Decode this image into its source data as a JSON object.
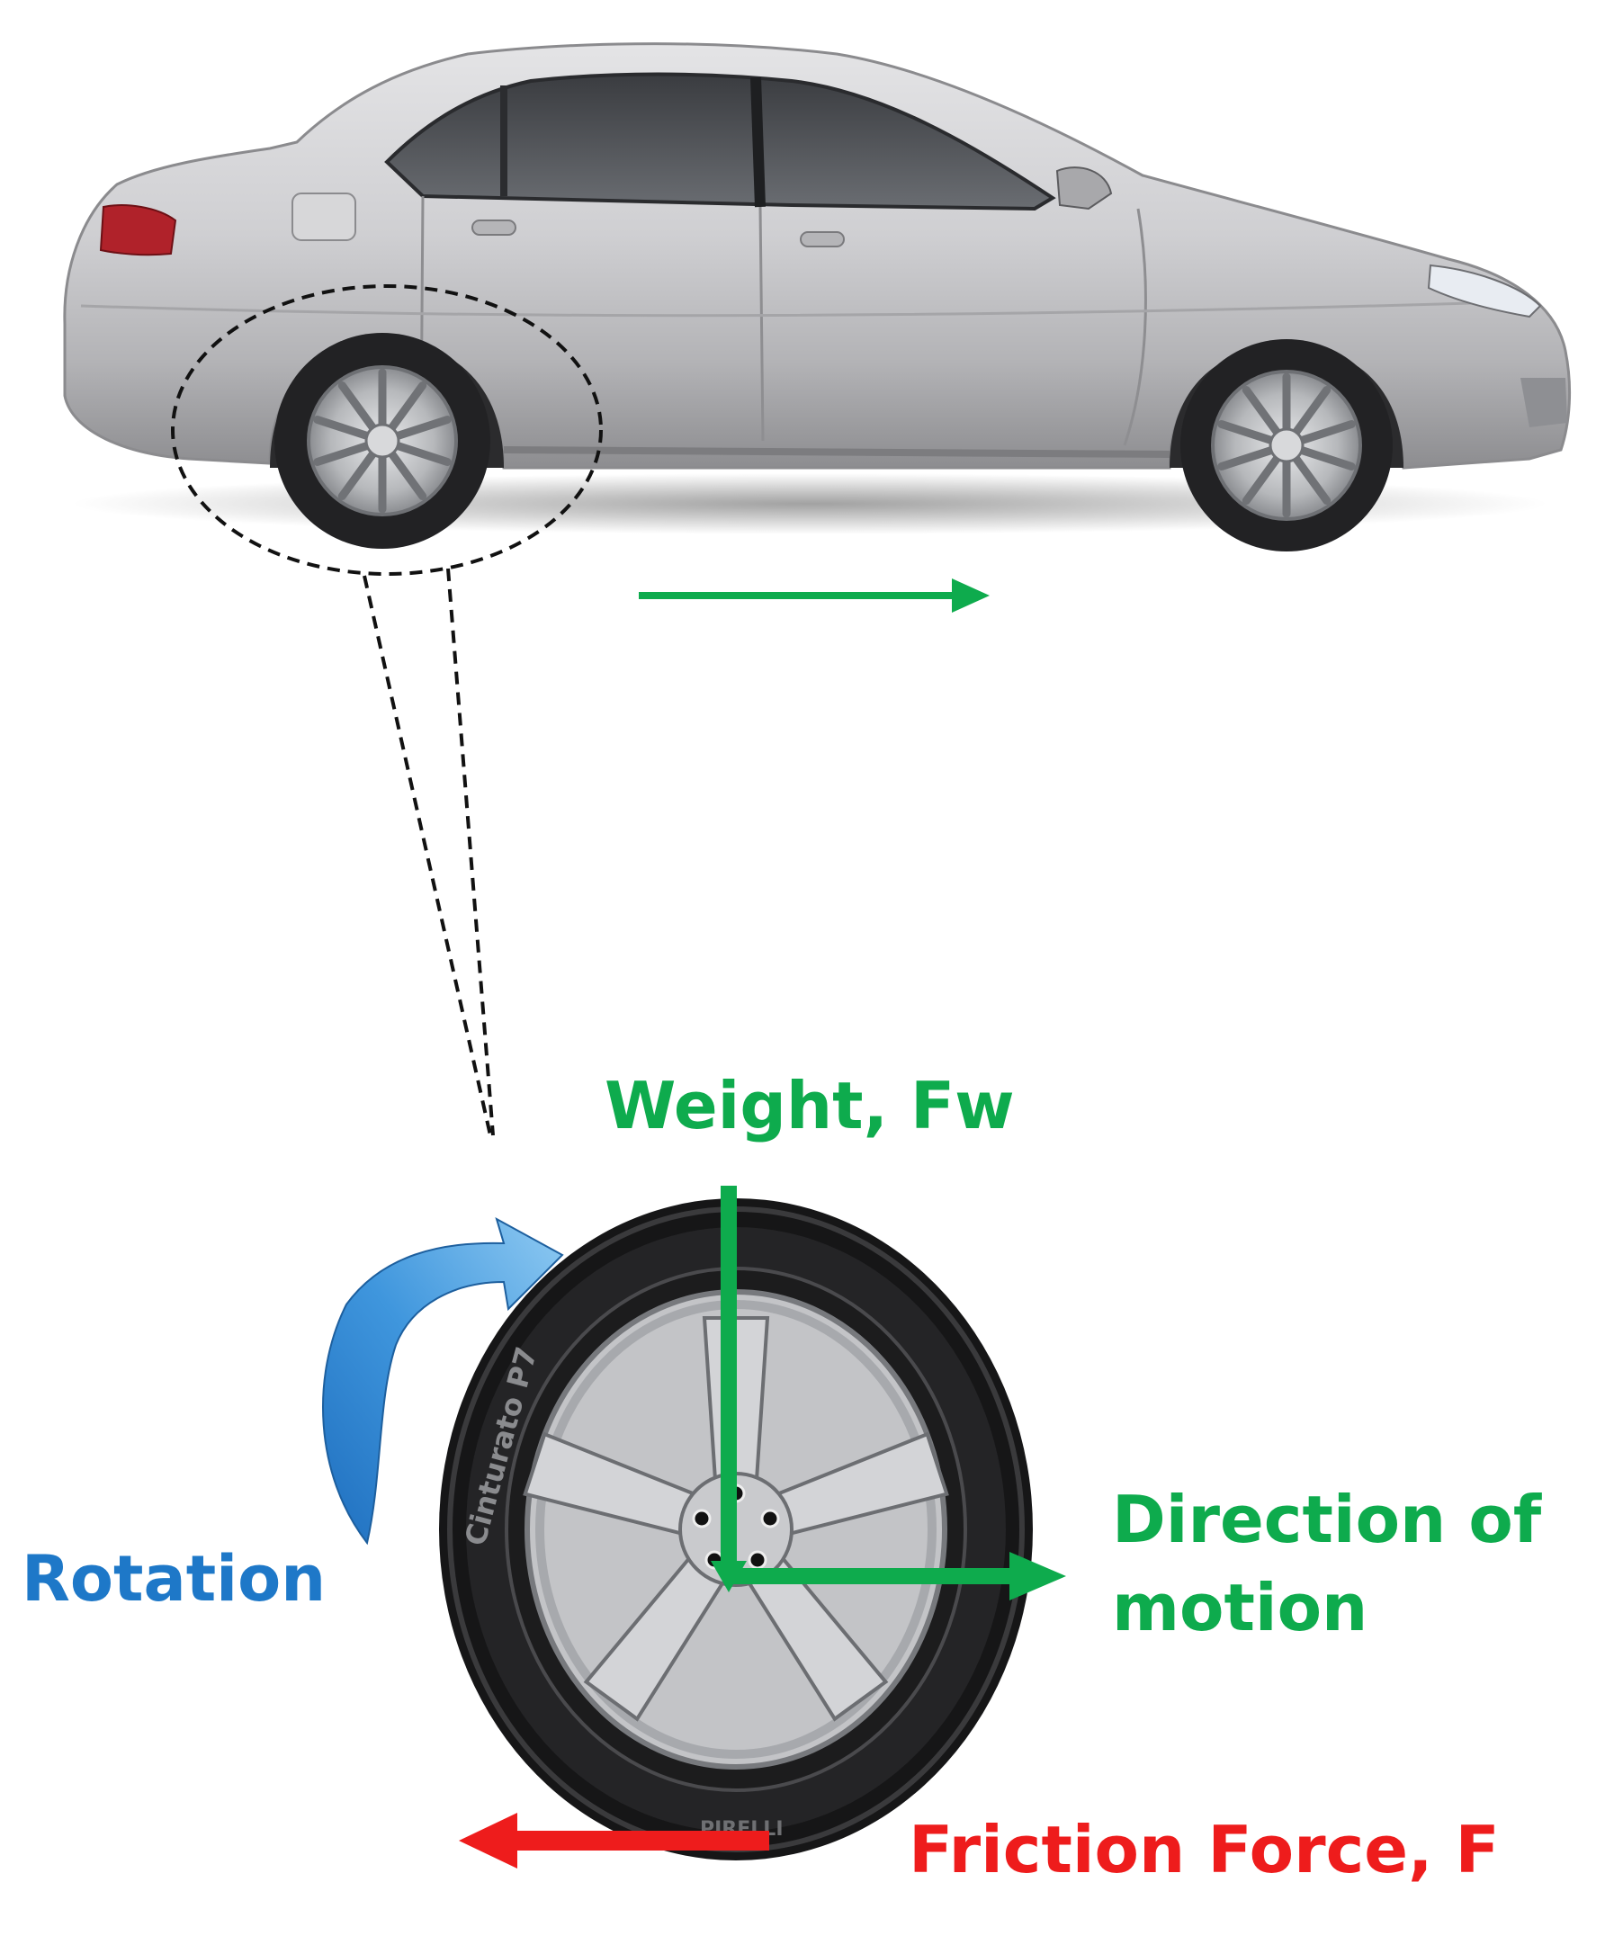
{
  "colors": {
    "green": "#0eab4d",
    "blue": "#1e78c8",
    "red": "#ee1c1c",
    "car_body": "#c9c9cb",
    "tire": "#1a1a1a",
    "rim": "#b8b9bc"
  },
  "icons": {
    "car": "sedan-side-view",
    "zoom": "dashed-zoom-ellipse",
    "wheel": "tire-and-alloy-rim",
    "rotation": "curved-blue-arrow"
  },
  "labels": {
    "weight": "Weight, Fw",
    "direction_line1": "Direction of",
    "direction_line2": "motion",
    "rotation": "Rotation",
    "friction": "Friction Force, F"
  },
  "tire_text": {
    "brand": "Cinturato P7",
    "bottom": "PIRELLI"
  }
}
